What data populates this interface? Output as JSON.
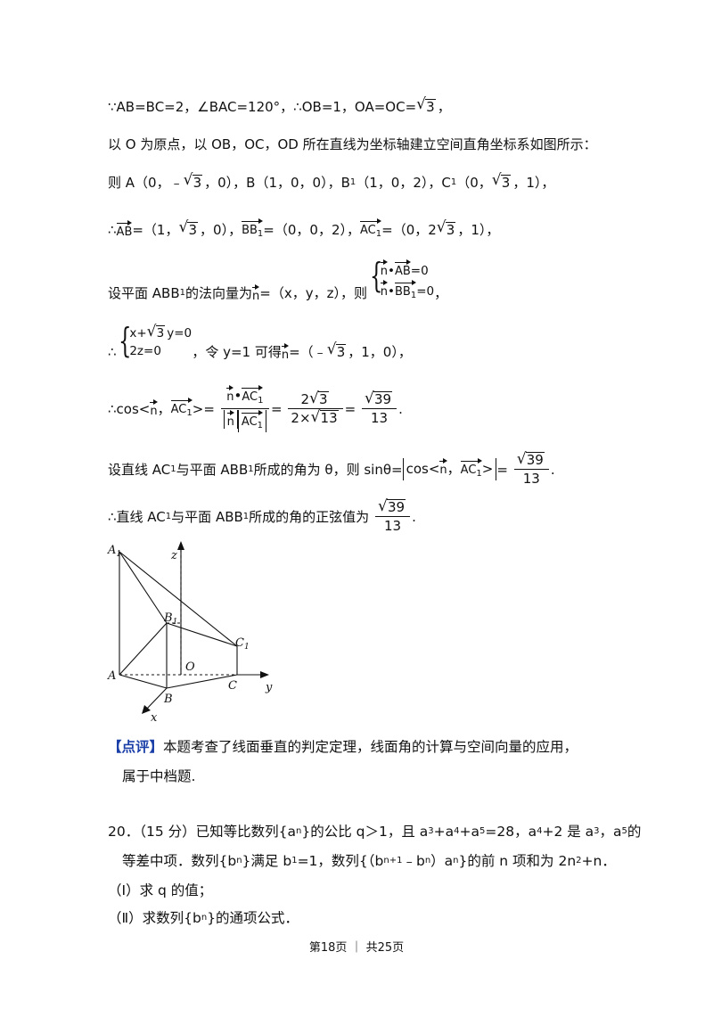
{
  "lines": {
    "l1": {
      "a": "∵AB=BC=2，∠BAC=120°，∴OB=1，OA=OC=",
      "b": "3",
      "c": "，"
    },
    "l2": "以 O 为原点，以 OB，OC，OD 所在直线为坐标轴建立空间直角坐标系如图所示：",
    "l3": {
      "a": "则 A（0，﹣",
      "b": "3",
      "c": "，0），B（1，0，0），B",
      "d": "1",
      "e": "（1，0，2），C",
      "f": "1",
      "g": "（0，",
      "h": "3",
      "i": "，1），"
    },
    "l4": {
      "a": "∴",
      "b": "AB",
      "c": "=（1，",
      "d": "3",
      "e": "，0），",
      "f": "BB",
      "g": "1",
      "h": "=（0，0，2），",
      "i": "AC",
      "j": "1",
      "k": "=（0，2",
      "l": "3",
      "m": "，1），"
    },
    "l5": {
      "a": "设平面 ABB",
      "b": "1",
      "c": "的法向量为",
      "d": "n",
      "e": "=（x，y，z），则",
      "s1": "n",
      "s2": "•",
      "s3": "AB",
      "s4": "=0",
      "t1": "n",
      "t2": "•",
      "t3": "BB",
      "t4": "1",
      "t5": "=0",
      "f": "，"
    },
    "l6": {
      "a": "∴",
      "s1": "x+",
      "s2": "3",
      "s3": "y=0",
      "t1": "2z=0",
      "b": "，令 y=1 可得",
      "c": "n",
      "d": "=（﹣",
      "e": "3",
      "f": "，1，0），"
    },
    "l7": {
      "a": "∴cos<",
      "b": "n",
      "c": "，",
      "d": "AC",
      "e": "1",
      "f": ">=",
      "n1": "n",
      "n2": "•",
      "n3": "AC",
      "n4": "1",
      "d1": "n",
      "d2": "AC",
      "d3": "1",
      "g": "=",
      "m1": "2",
      "m2": "3",
      "m3": "2×",
      "m4": "13",
      "h": "=",
      "r1": "39",
      "r2": "13",
      "i": "."
    },
    "l8": {
      "a": "设直线 AC",
      "b": "1",
      "c": "与平面 ABB",
      "d": "1",
      "e": "所成的角为 θ，则 sinθ=",
      "f": "cos<",
      "g": "n",
      "h": "，",
      "i": "AC",
      "j": "1",
      "k": ">",
      "l": "=",
      "r1": "39",
      "r2": "13",
      "m": "."
    },
    "l9": {
      "a": "∴直线 AC",
      "b": "1",
      "c": "与平面 ABB",
      "d": "1",
      "e": "所成的角的正弦值为",
      "r1": "39",
      "r2": "13",
      "f": "."
    }
  },
  "figure": {
    "labels": {
      "A1": "A",
      "A1sub": "1",
      "B1": "B",
      "B1sub": "1",
      "C1": "C",
      "C1sub": "1",
      "A": "A",
      "B": "B",
      "C": "C",
      "O": "O",
      "x": "x",
      "y": "y",
      "z": "z"
    }
  },
  "comment": {
    "tag": "【点评】",
    "text1": "本题考查了线面垂直的判定定理，线面角的计算与空间向量的应用，",
    "text2": "属于中档题."
  },
  "problem20": {
    "a": "20．（15 分）已知等比数列{a",
    "a2": "n",
    "a3": "}的公比 q＞1，且 a",
    "a4": "3",
    "a5": "+a",
    "a6": "4",
    "a7": "+a",
    "a8": "5",
    "a9": "=28，a",
    "a10": "4",
    "a11": "+2 是 a",
    "a12": "3",
    "a13": "，a",
    "a14": "5",
    "a15": "的",
    "b": "等差中项．数列{b",
    "b2": "n",
    "b3": "}满足 b",
    "b4": "1",
    "b5": "=1，数列{（b",
    "b6": "n+1",
    "b7": "﹣b",
    "b8": "n",
    "b9": "）a",
    "b10": "n",
    "b11": "}的前 n 项和为 2n",
    "b12": "2",
    "b13": "+n．",
    "c": "（Ⅰ）求 q 的值；",
    "d": "（Ⅱ）求数列{b",
    "d2": "n",
    "d3": "}的通项公式．"
  },
  "footer": "第18页 ｜ 共25页"
}
